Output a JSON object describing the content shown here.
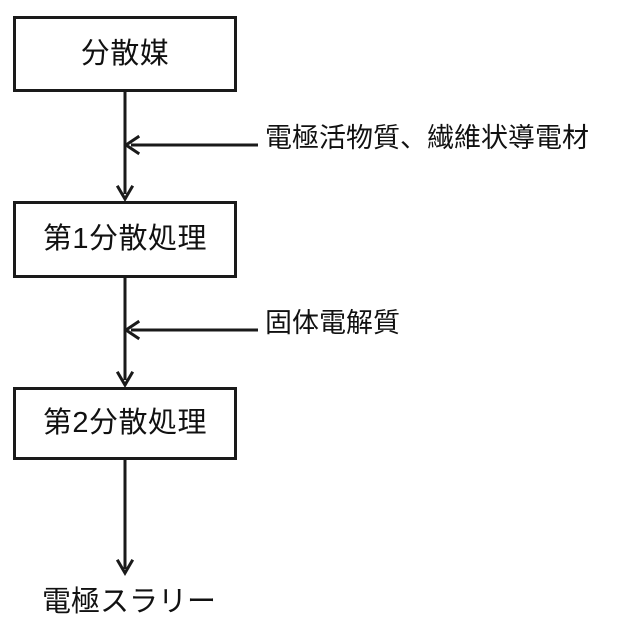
{
  "diagram": {
    "type": "process-flowchart",
    "orientation": "vertical",
    "background_color": "#ffffff",
    "line_color": "#1a1a1a",
    "text_color": "#111111",
    "nodes": [
      {
        "id": "dispersion-medium",
        "label": "分散媒"
      },
      {
        "id": "first-dispersion-treatment",
        "label": "第1分散処理"
      },
      {
        "id": "second-dispersion-treatment",
        "label": "第2分散処理"
      }
    ],
    "side_inputs": [
      {
        "id": "input-active-material",
        "label": "電極活物質、繊維状導電材",
        "target": "first-dispersion-treatment"
      },
      {
        "id": "input-solid-electrolyte",
        "label": "固体電解質",
        "target": "second-dispersion-treatment"
      }
    ],
    "output": {
      "id": "electrode-slurry",
      "label": "電極スラリー"
    },
    "connectors": [
      {
        "from": "dispersion-medium",
        "to": "first-dispersion-treatment",
        "kind": "arrow-down"
      },
      {
        "from": "first-dispersion-treatment",
        "to": "second-dispersion-treatment",
        "kind": "arrow-down"
      },
      {
        "from": "second-dispersion-treatment",
        "to": "electrode-slurry",
        "kind": "arrow-down"
      },
      {
        "from": "input-active-material",
        "to": "flow-line-1",
        "kind": "arrow-left"
      },
      {
        "from": "input-solid-electrolyte",
        "to": "flow-line-2",
        "kind": "arrow-left"
      }
    ]
  }
}
